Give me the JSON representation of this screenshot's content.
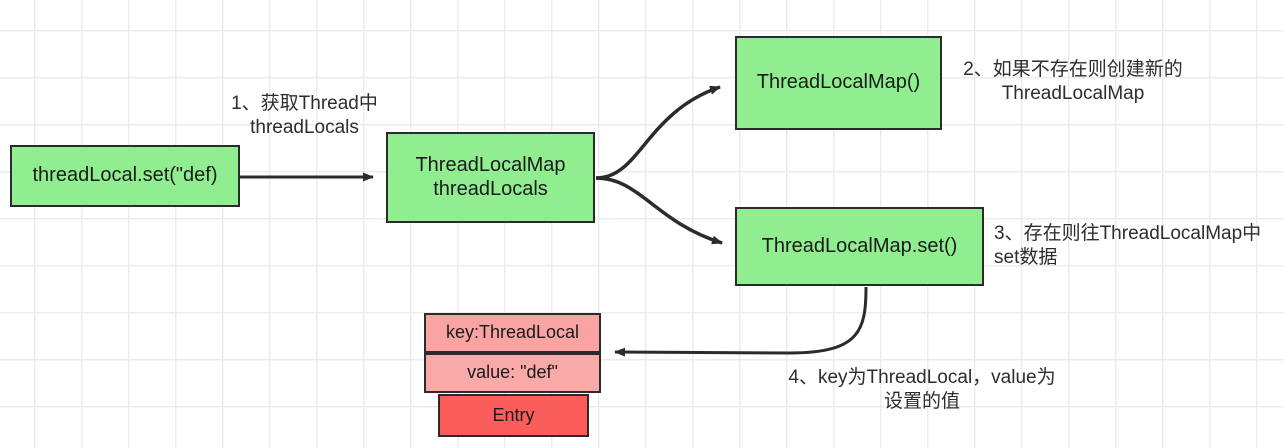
{
  "diagram": {
    "title": "ThreadLocal set flow",
    "background": {
      "color": "#ffffff",
      "grid_color": "#ececec",
      "grid_size": 47
    },
    "colors": {
      "green_fill": "#90ee90",
      "pink_fill": "#f9a3a3",
      "pink_light_fill": "#faa9a9",
      "red_fill": "#fb5d5d",
      "stroke": "#2b2b2b",
      "text": "#1a1a1a"
    },
    "nodes": {
      "threadlocal_set": "threadLocal.set(\"def)",
      "threadlocals_line1": "ThreadLocalMap",
      "threadlocals_line2": "threadLocals",
      "threadlocalmap_new": "ThreadLocalMap()",
      "threadlocalmap_set": "ThreadLocalMap.set()",
      "entry_key": "key:ThreadLocal",
      "entry_value": "value: \"def\"",
      "entry": "Entry"
    },
    "labels": {
      "step1": "1、获取Thread中\nthreadLocals",
      "step2": "2、如果不存在则创建新的\nThreadLocalMap",
      "step3": "3、存在则往ThreadLocalMap中\nset数据",
      "step4": "4、key为ThreadLocal，value为\n设置的值"
    },
    "edges": [
      {
        "name": "set-to-threadlocals",
        "from": "threadlocal_set",
        "to": "threadlocals_box",
        "style": "straight"
      },
      {
        "name": "threadlocals-to-new-map",
        "from": "threadlocals_box",
        "to": "threadlocalmap_new",
        "style": "curved-up"
      },
      {
        "name": "threadlocals-to-map-set",
        "from": "threadlocals_box",
        "to": "threadlocalmap_set",
        "style": "curved-down"
      },
      {
        "name": "map-set-to-entry",
        "from": "threadlocalmap_set",
        "to": "entry_value",
        "style": "curved-loop-left"
      }
    ]
  }
}
